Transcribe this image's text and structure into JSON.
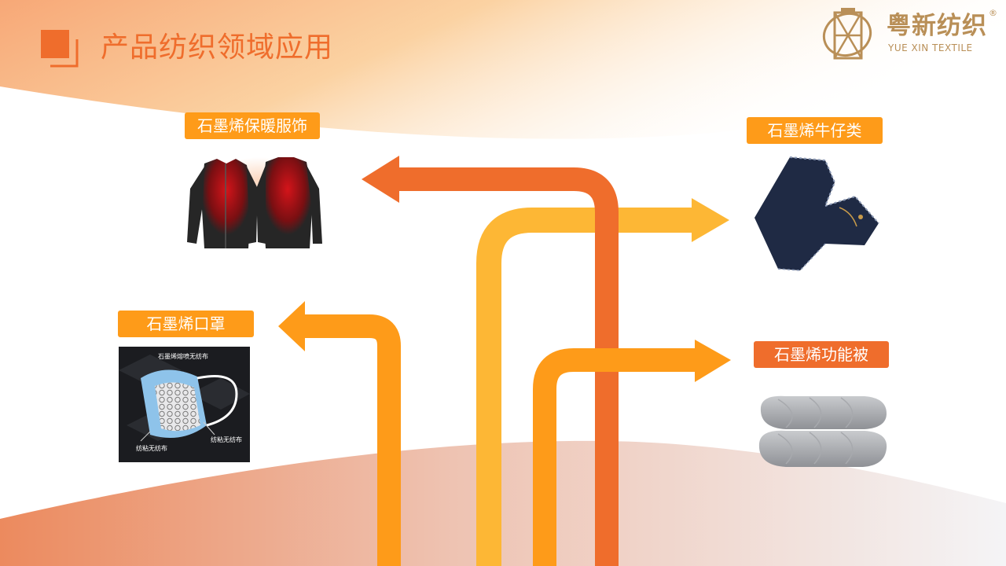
{
  "title": "产品纺织领域应用",
  "brand": {
    "name_cn": "粤新纺织",
    "name_en": "YUE XIN TEXTILE",
    "registered": "®"
  },
  "applications": [
    {
      "label": "石墨烯保暖服饰",
      "image": "heated-jacket"
    },
    {
      "label": "石墨烯牛仔类",
      "image": "folded-jeans"
    },
    {
      "label": "石墨烯口罩",
      "image": "face-mask-diagram"
    },
    {
      "label": "石墨烯功能被",
      "image": "rolled-quilt"
    }
  ],
  "mask_callouts": [
    "石墨烯熔喷无纺布",
    "纺粘无纺布",
    "纺粘无纺布"
  ],
  "colors": {
    "accent": "#ef6d2c",
    "orange": "#fe9b19",
    "yellow": "#fdb735",
    "gold": "#b98f57"
  }
}
